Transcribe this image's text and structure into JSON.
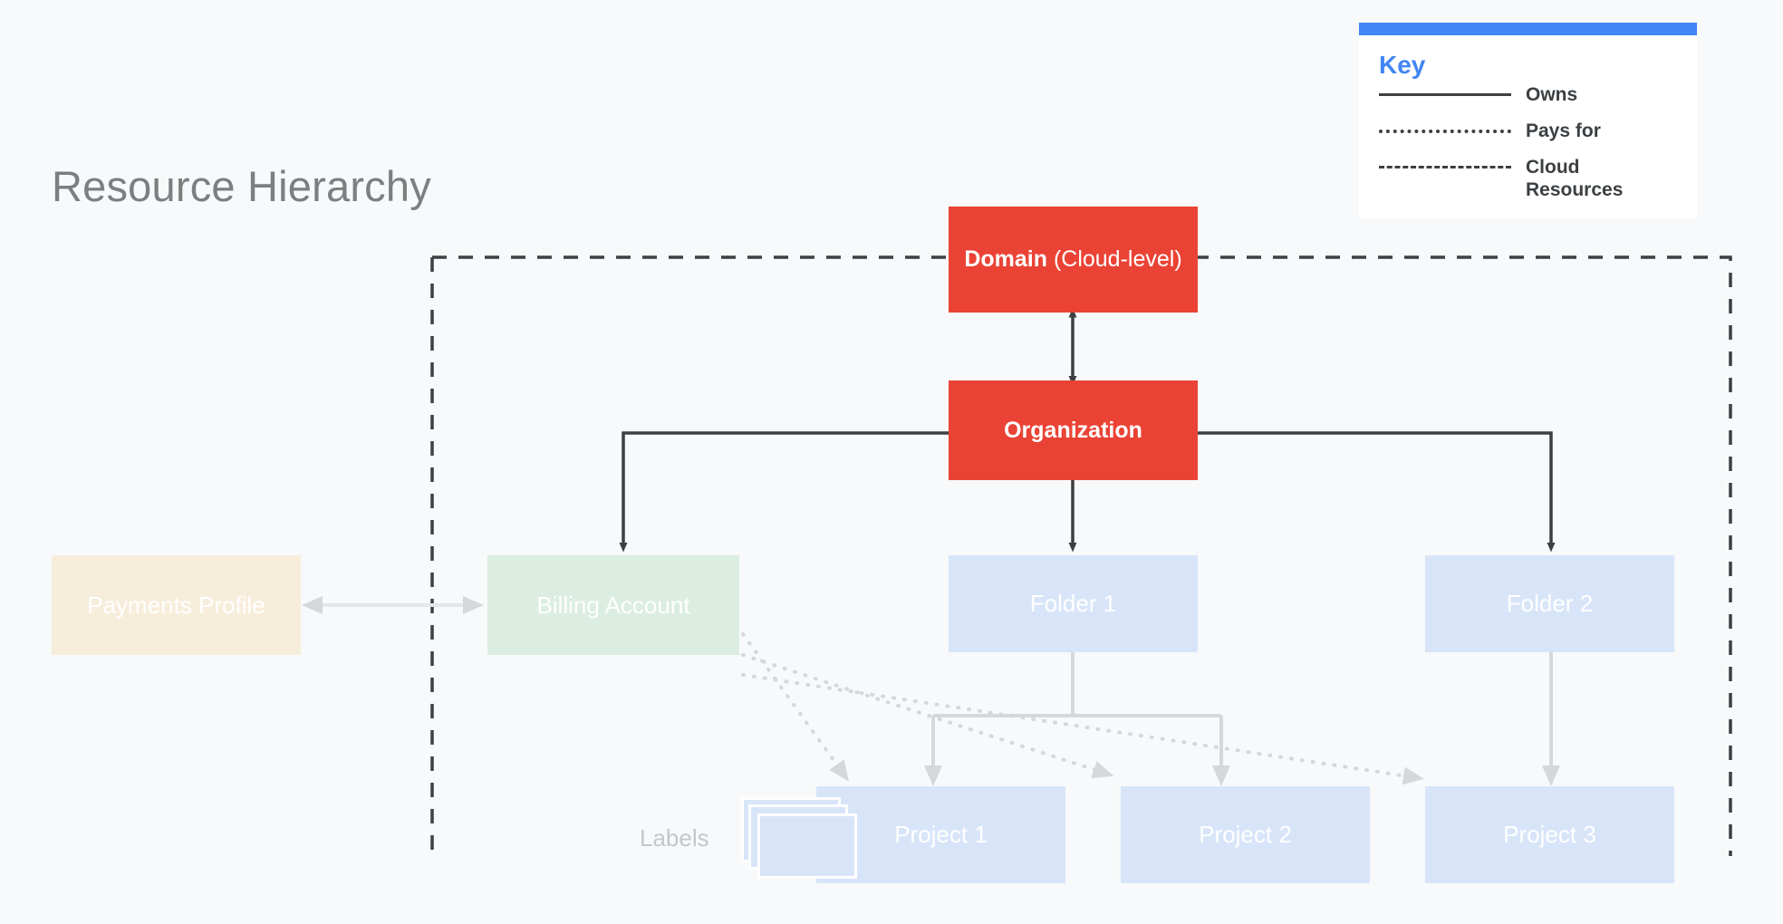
{
  "page": {
    "title": "Resource Hierarchy",
    "background_color": "#F7F9FA",
    "title_color": "#7B7F80"
  },
  "legend": {
    "title": "Key",
    "accent_color": "#4285F4",
    "items": [
      {
        "style": "solid",
        "label": "Owns"
      },
      {
        "style": "dotted",
        "label": "Pays for"
      },
      {
        "style": "dashed",
        "label": "Cloud Resources"
      }
    ]
  },
  "nodes": {
    "domain": {
      "label_bold": "Domain",
      "label_rest": " (Cloud-level)",
      "color": "#EA4335"
    },
    "organization": {
      "label": "Organization",
      "color": "#EA4335"
    },
    "payments_profile": {
      "label": "Payments Profile",
      "color": "#F7EDDB"
    },
    "billing_account": {
      "label": "Billing Account",
      "color": "#DCEDE1"
    },
    "folder_1": {
      "label": "Folder 1",
      "color": "#D8E5F9"
    },
    "folder_2": {
      "label": "Folder 2",
      "color": "#D8E5F9"
    },
    "project_1": {
      "label": "Project 1",
      "color": "#D8E5F9"
    },
    "project_2": {
      "label": "Project 2",
      "color": "#D8E5F9"
    },
    "project_3": {
      "label": "Project 3",
      "color": "#D8E5F9"
    },
    "labels": {
      "label": "Labels",
      "color": "#C3C7C9"
    }
  },
  "edges": {
    "owns_color": "#3C4043",
    "hierarchy_color": "#D5D8DA",
    "pays_for_color": "#D5D8DA",
    "boundary_color": "#3C4043",
    "connections": [
      {
        "from": "domain",
        "to": "organization",
        "type": "owns",
        "bidirectional": true
      },
      {
        "from": "organization",
        "to": "billing_account",
        "type": "owns"
      },
      {
        "from": "organization",
        "to": "folder_1",
        "type": "owns"
      },
      {
        "from": "organization",
        "to": "folder_2",
        "type": "owns"
      },
      {
        "from": "payments_profile",
        "to": "billing_account",
        "type": "link",
        "bidirectional": true
      },
      {
        "from": "folder_1",
        "to": "project_1",
        "type": "owns-light"
      },
      {
        "from": "folder_1",
        "to": "project_2",
        "type": "owns-light"
      },
      {
        "from": "folder_2",
        "to": "project_3",
        "type": "owns-light"
      },
      {
        "from": "billing_account",
        "to": "project_1",
        "type": "pays-for"
      },
      {
        "from": "billing_account",
        "to": "project_2",
        "type": "pays-for"
      },
      {
        "from": "billing_account",
        "to": "project_3",
        "type": "pays-for"
      }
    ],
    "boundary_name": "Cloud Resources"
  }
}
